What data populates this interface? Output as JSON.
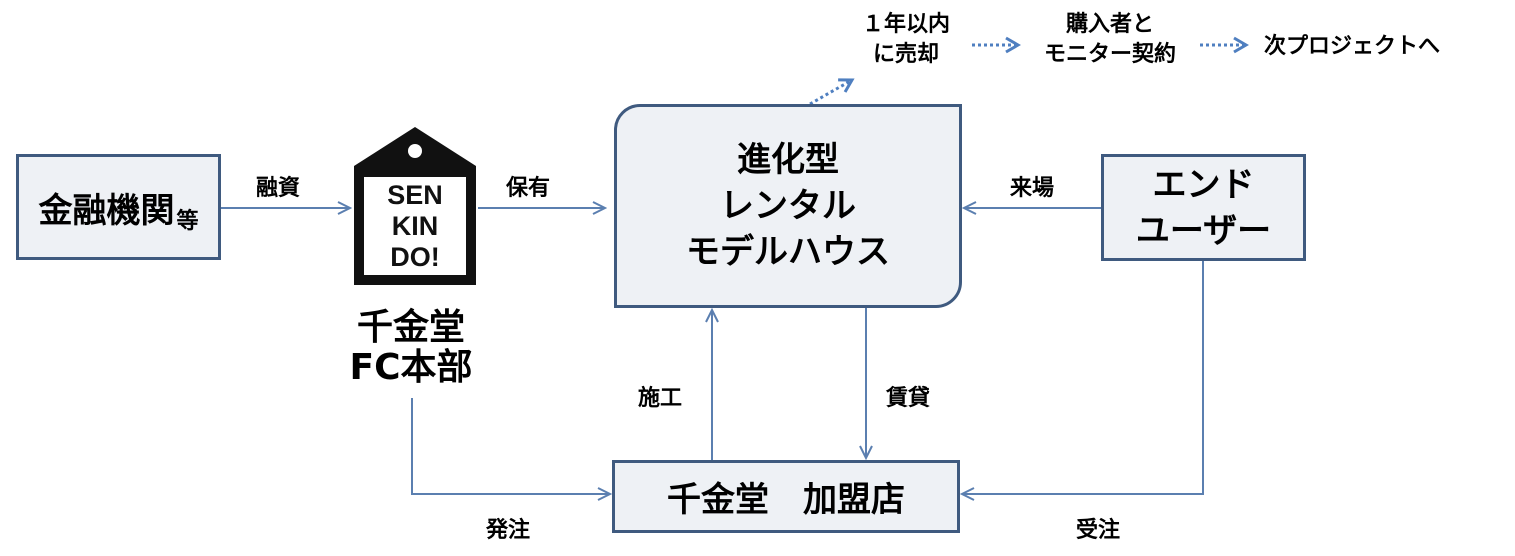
{
  "finance": {
    "main": "金融機関",
    "sub": "等"
  },
  "hq": {
    "logo": "SENKINDO!",
    "name_line1": "千金堂",
    "name_line2": "FC本部"
  },
  "model": {
    "line1": "進化型",
    "line2": "レンタル",
    "line3": "モデルハウス"
  },
  "end_user": {
    "line1": "エンド",
    "line2": "ユーザー"
  },
  "shop": {
    "label": "千金堂　加盟店"
  },
  "edges": {
    "loan": "融資",
    "own": "保有",
    "visit": "来場",
    "build": "施工",
    "lease": "賃貸",
    "order_place": "発注",
    "order_receive": "受注"
  },
  "flow": {
    "step1_line1": "１年以内",
    "step1_line2": "に売却",
    "step2_line1": "購入者と",
    "step2_line2": "モニター契約",
    "step3": "次プロジェクトへ"
  },
  "colors": {
    "line": "#5b7fb0",
    "box_border": "#3f5a7f",
    "box_fill": "#eef1f5"
  }
}
